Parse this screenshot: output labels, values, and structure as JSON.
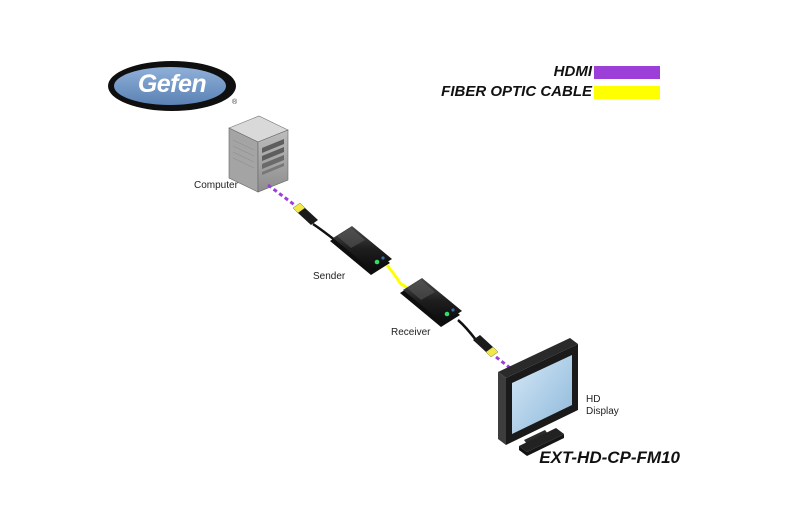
{
  "logo": {
    "text": "Gefen",
    "trademark": "®"
  },
  "legend": {
    "items": [
      {
        "label": "HDMI",
        "color": "#9b3fd8"
      },
      {
        "label": "FIBER OPTIC CABLE",
        "color": "#ffff00"
      }
    ]
  },
  "nodes": {
    "computer": {
      "label": "Computer"
    },
    "sender": {
      "label": "Sender"
    },
    "receiver": {
      "label": "Receiver"
    },
    "display": {
      "line1": "HD",
      "line2": "Display"
    }
  },
  "model": "EXT-HD-CP-FM10",
  "colors": {
    "hdmi": "#9b3fd8",
    "fiber": "#ffff00",
    "device_body": "#1c1c1c",
    "screen": "#a9cbe6",
    "logo_blue": "#6e93c2"
  }
}
